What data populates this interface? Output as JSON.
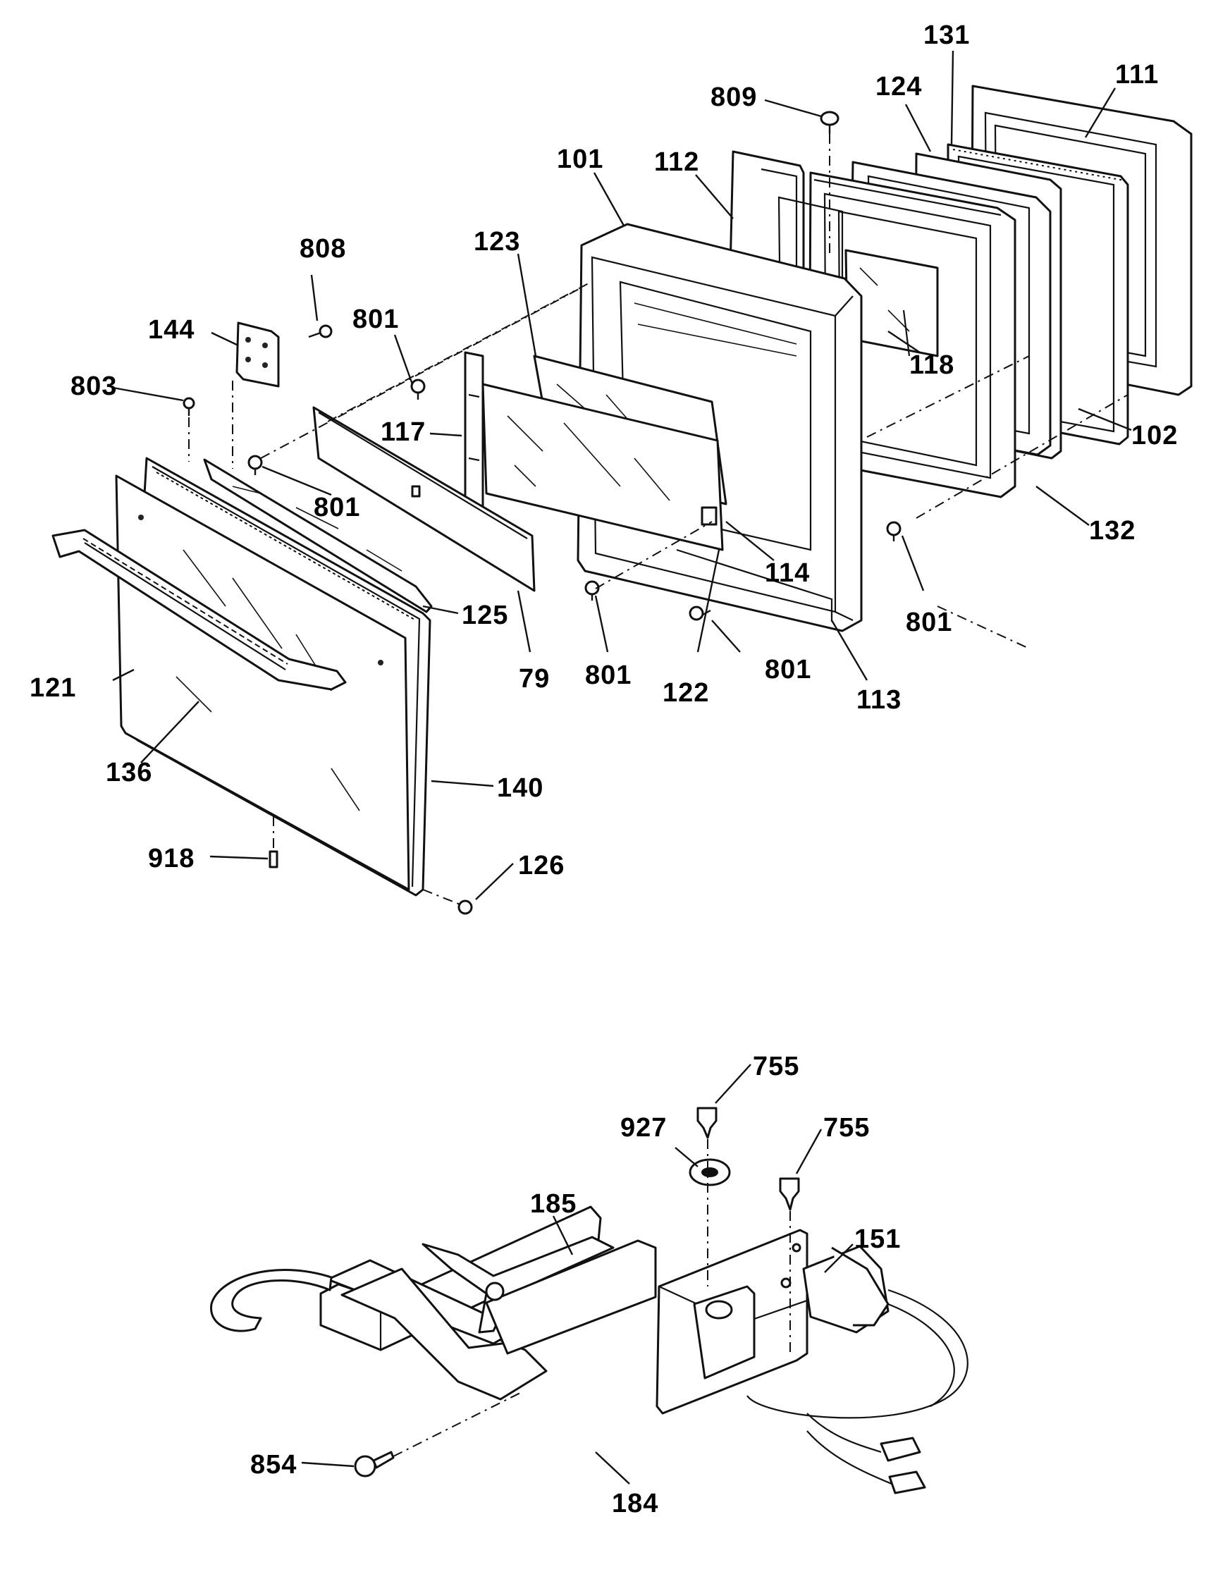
{
  "callouts": {
    "c131": "131",
    "c111": "111",
    "c124": "124",
    "c809": "809",
    "c101": "101",
    "c112": "112",
    "c123": "123",
    "c808": "808",
    "c144": "144",
    "c801_a": "801",
    "c803": "803",
    "c117": "117",
    "c118": "118",
    "c102": "102",
    "c801_b": "801",
    "c132": "132",
    "c125": "125",
    "c114": "114",
    "c801_c": "801",
    "c121": "121",
    "c79": "79",
    "c801_d": "801",
    "c122": "122",
    "c801_e": "801",
    "c113": "113",
    "c136": "136",
    "c140": "140",
    "c918": "918",
    "c126": "126",
    "c755_a": "755",
    "c927": "927",
    "c755_b": "755",
    "c185": "185",
    "c151": "151",
    "c854": "854",
    "c184": "184"
  }
}
